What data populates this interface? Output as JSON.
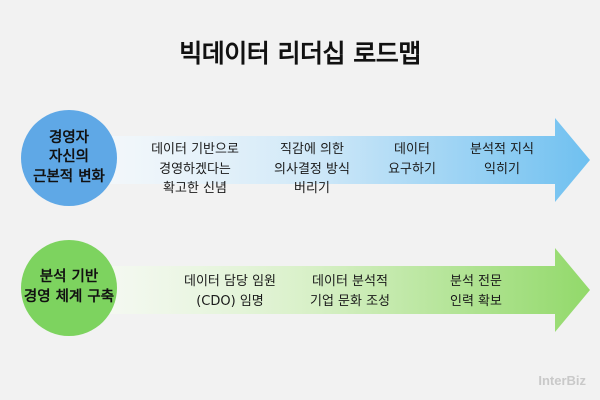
{
  "title": "빅데이터 리더십 로드맵",
  "rows": [
    {
      "circle_label": "경영자\n자신의\n근본적 변화",
      "color": "#5fa8e6",
      "arrow_color": "#8cc9f2",
      "steps": [
        "데이터 기반으로\n경영하겠다는\n확고한 신념",
        "직감에 의한\n의사결정 방식\n버리기",
        "데이터\n요구하기",
        "분석적 지식\n익히기"
      ]
    },
    {
      "circle_label": "분석 기반\n경영 체계 구축",
      "color": "#7dd35f",
      "arrow_color": "#9fdc7a",
      "steps": [
        "데이터 담당 임원\n(CDO) 임명",
        "데이터 분석적\n기업 문화 조성",
        "분석 전문\n인력 확보"
      ]
    }
  ],
  "watermark": "InterBiz"
}
